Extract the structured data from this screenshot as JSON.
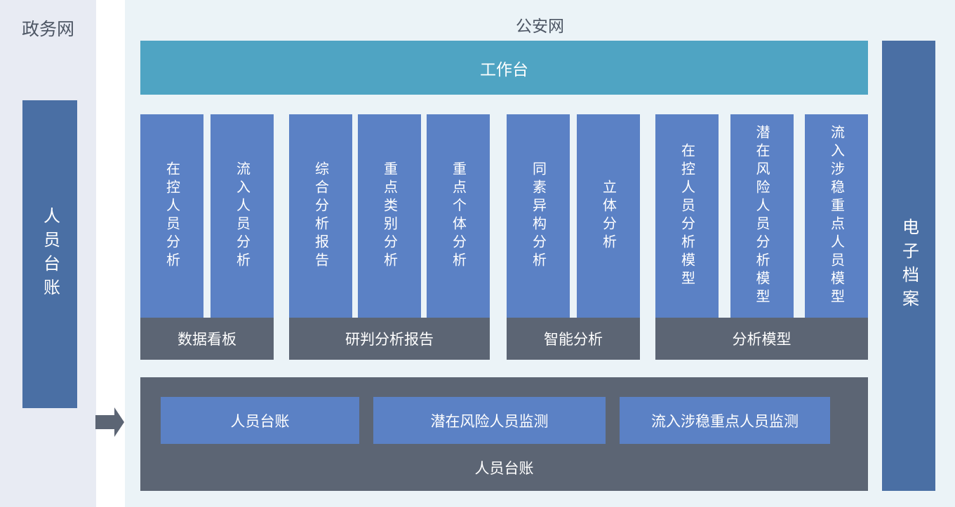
{
  "colors": {
    "left_panel_bg": "#e8ebf3",
    "main_bg": "#ebf3f7",
    "column_blue": "#5b81c5",
    "side_bar_blue": "#4a6fa4",
    "teal": "#4fa4c3",
    "slate": "#5c6574",
    "title_text": "#4d5664"
  },
  "left_panel": {
    "title": "政务网",
    "bar_label": "人员台账"
  },
  "arrow_icon": "right-arrow-icon",
  "main": {
    "title": "公安网",
    "workbench_label": "工作台",
    "groups": [
      {
        "footer": "数据看板",
        "columns": [
          "在控人员分析",
          "流入人员分析"
        ]
      },
      {
        "footer": "研判分析报告",
        "columns": [
          "综合分析报告",
          "重点类别分析",
          "重点个体分析"
        ]
      },
      {
        "footer": "智能分析",
        "columns": [
          "同素异构分析",
          "立体分析"
        ]
      },
      {
        "footer": "分析模型",
        "columns": [
          "在控人员分析模型",
          "潜在风险人员分析模型",
          "流入涉稳重点人员模型"
        ]
      }
    ],
    "bottom_box": {
      "label": "人员台账",
      "buttons": [
        "人员台账",
        "潜在风险人员监测",
        "流入涉稳重点人员监测"
      ]
    }
  },
  "right_bar": {
    "label": "电子档案"
  }
}
